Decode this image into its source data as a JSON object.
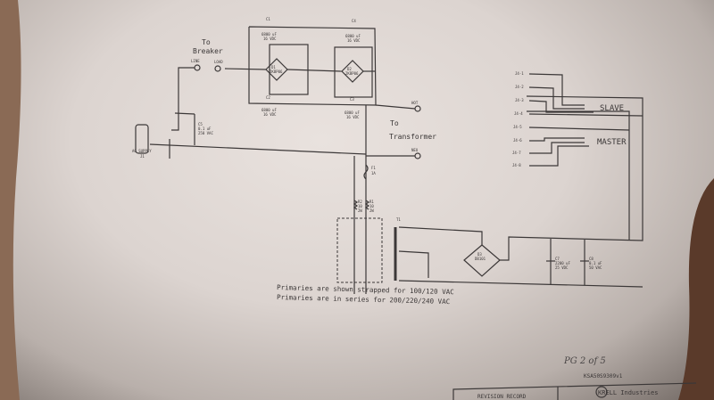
{
  "labels": {
    "to_breaker": [
      "To",
      "Breaker"
    ],
    "to_transformer": [
      "To",
      "Transformer"
    ],
    "line": "LINE",
    "load": "LOAD",
    "hot": "HOT",
    "neu": "NEU",
    "ac_supply": [
      "AC SUPPLY",
      "J1"
    ],
    "slave": "SLAVE",
    "master": "MASTER"
  },
  "components": {
    "c1": [
      "C1",
      "6800 uF",
      "16 VDC"
    ],
    "c2": [
      "C2",
      "6800 uF",
      "16 VDC"
    ],
    "c3": [
      "C3",
      "6800 uF",
      "16 VDC"
    ],
    "c4": [
      "C4",
      "6800 uF",
      "16 VDC"
    ],
    "c5": [
      "C5",
      "0.1 uF",
      "250 VAC"
    ],
    "d1": [
      "D1",
      "2KBP06"
    ],
    "d2": [
      "D2",
      "2KBP06"
    ],
    "d3": [
      "D3",
      "DB101"
    ],
    "f1": [
      "F1",
      "1A"
    ],
    "r1": [
      "R1",
      "10",
      "2W"
    ],
    "r2": [
      "R2",
      "10",
      "2W"
    ],
    "t1": "T1",
    "c7": [
      "C7",
      "2200 uF",
      "25 VDC"
    ],
    "c8": [
      "C8",
      "0.1 uF",
      "50 VAC"
    ]
  },
  "connector_pins": [
    "J4-1",
    "J4-2",
    "J4-3",
    "J4-4",
    "J4-5",
    "J4-6",
    "J4-7",
    "J4-8"
  ],
  "notes": [
    "Primaries are shown strapped for 100/120 VAC",
    "Primaries are in series for 200/220/240 VAC"
  ],
  "footer": {
    "page_note": "PG 2 of 5",
    "doc_number": "KSA50S9309v1",
    "revision_record": "REVISION RECORD",
    "company": "KRELL Industries"
  }
}
